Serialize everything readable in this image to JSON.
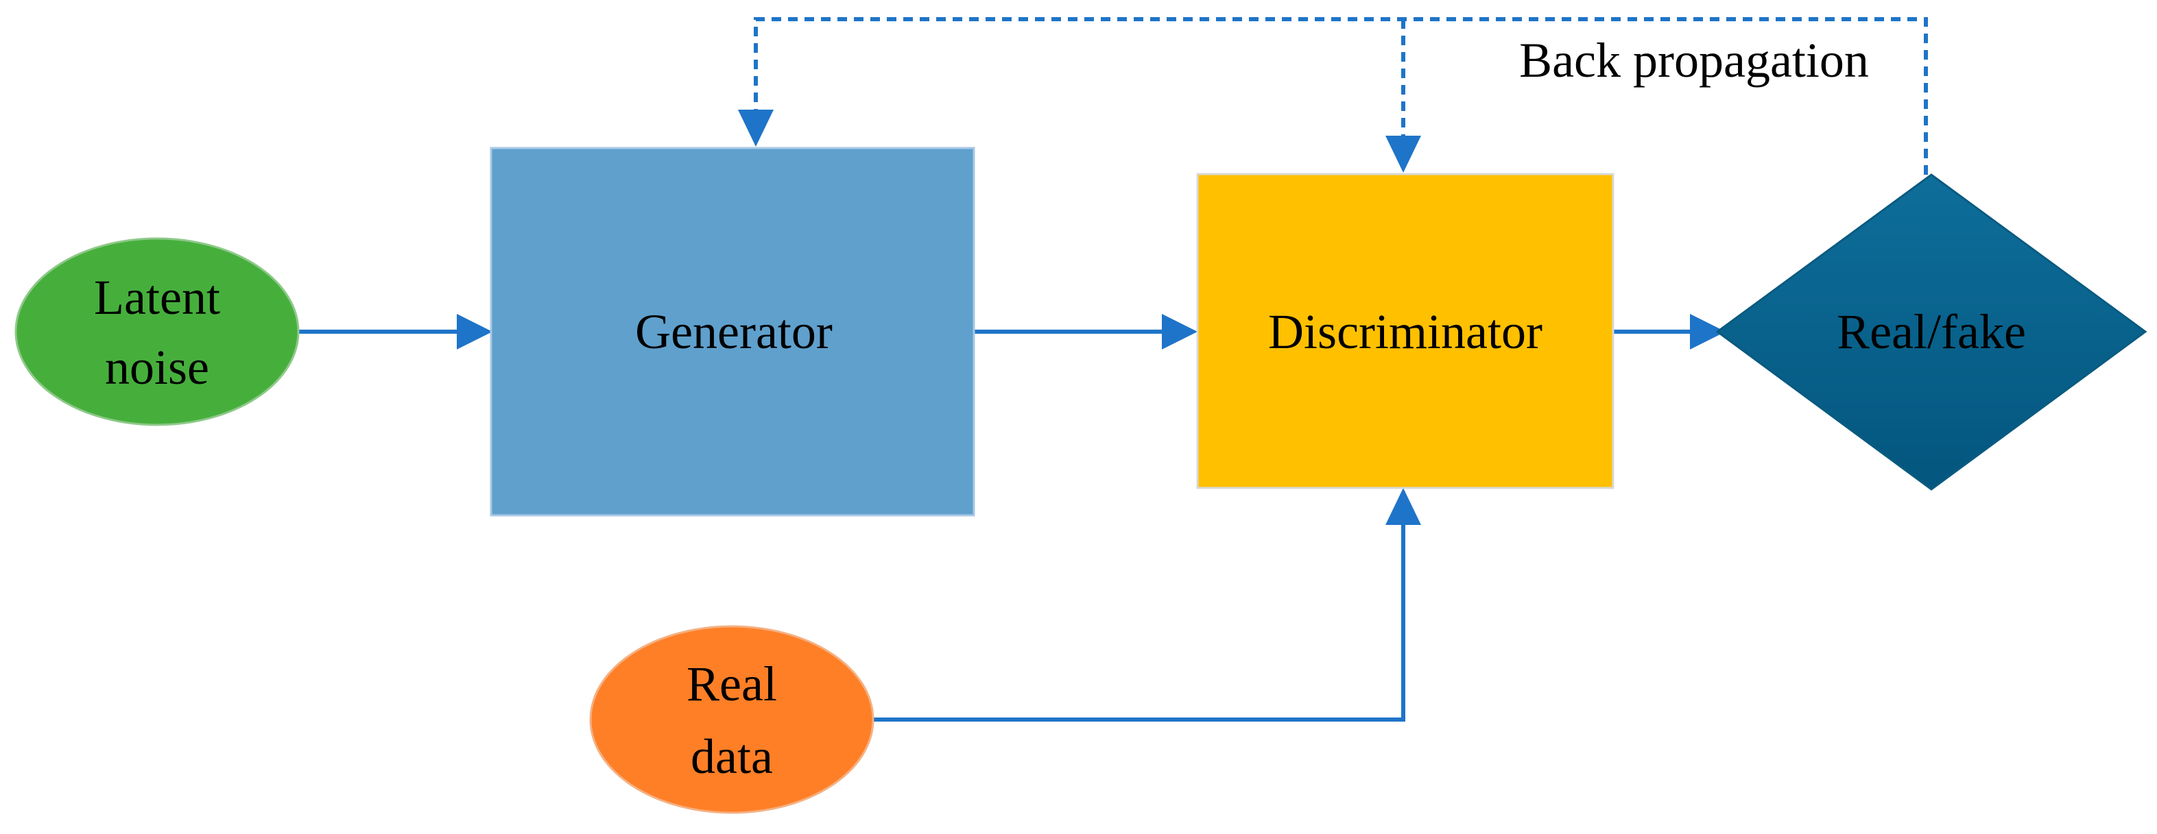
{
  "nodes": {
    "latent_noise": {
      "line1": "Latent",
      "line2": "noise",
      "fill": "#46AF3C",
      "stroke": "#8FC98A"
    },
    "generator": {
      "label": "Generator",
      "fill": "#5FA0CD",
      "stroke": "#A8C8E4"
    },
    "discriminator": {
      "label": "Discriminator",
      "fill": "#FFC000",
      "stroke": "#D9D9D9"
    },
    "real_fake": {
      "label": "Real/fake",
      "fill_top": "#0E6E9A",
      "fill_bottom": "#03567E",
      "stroke": "#0A5A80"
    },
    "real_data": {
      "line1": "Real",
      "line2": "data",
      "fill": "#FF7F27",
      "stroke": "#F4B183"
    }
  },
  "edges": {
    "back_propagation_label": "Back propagation",
    "color": "#1E74C8"
  }
}
